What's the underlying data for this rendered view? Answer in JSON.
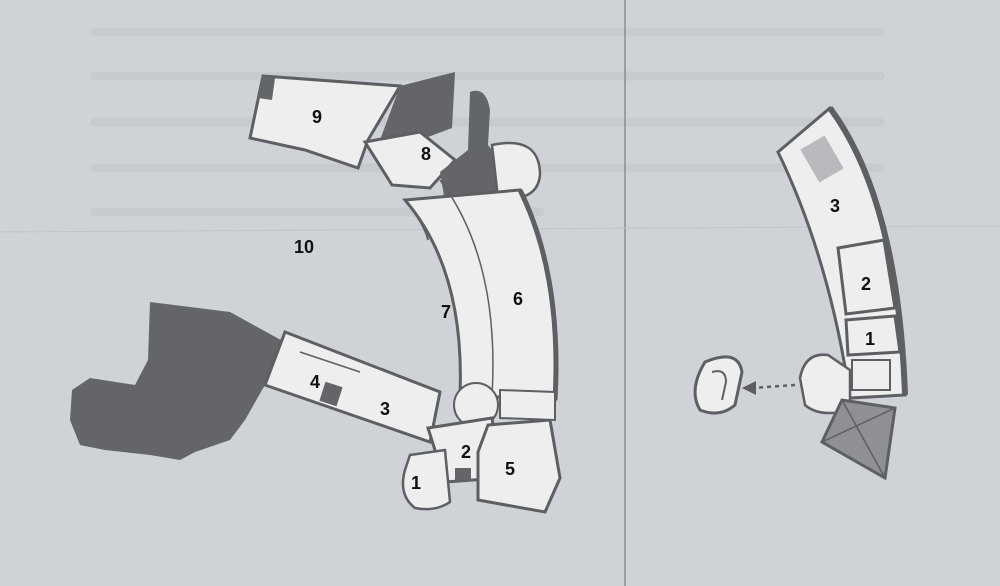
{
  "diagram": {
    "main_plan_labels": [
      {
        "id": "room-9",
        "text": "9"
      },
      {
        "id": "room-8",
        "text": "8"
      },
      {
        "id": "room-10",
        "text": "10"
      },
      {
        "id": "room-7",
        "text": "7"
      },
      {
        "id": "room-6",
        "text": "6"
      },
      {
        "id": "room-4",
        "text": "4"
      },
      {
        "id": "room-3",
        "text": "3"
      },
      {
        "id": "room-2",
        "text": "2"
      },
      {
        "id": "room-5",
        "text": "5"
      },
      {
        "id": "room-1",
        "text": "1"
      }
    ],
    "upper_plan_labels": [
      {
        "id": "upper-room-3",
        "text": "3"
      },
      {
        "id": "upper-room-2",
        "text": "2"
      },
      {
        "id": "upper-room-1",
        "text": "1"
      }
    ],
    "colors": {
      "background": "#cfd2d6",
      "wall": "#5d5f62",
      "room_fill": "#eeeeef",
      "dark_mass": "#636568",
      "fold_line": "#8a8d92",
      "bleed_text": "#c3c6cb"
    }
  }
}
